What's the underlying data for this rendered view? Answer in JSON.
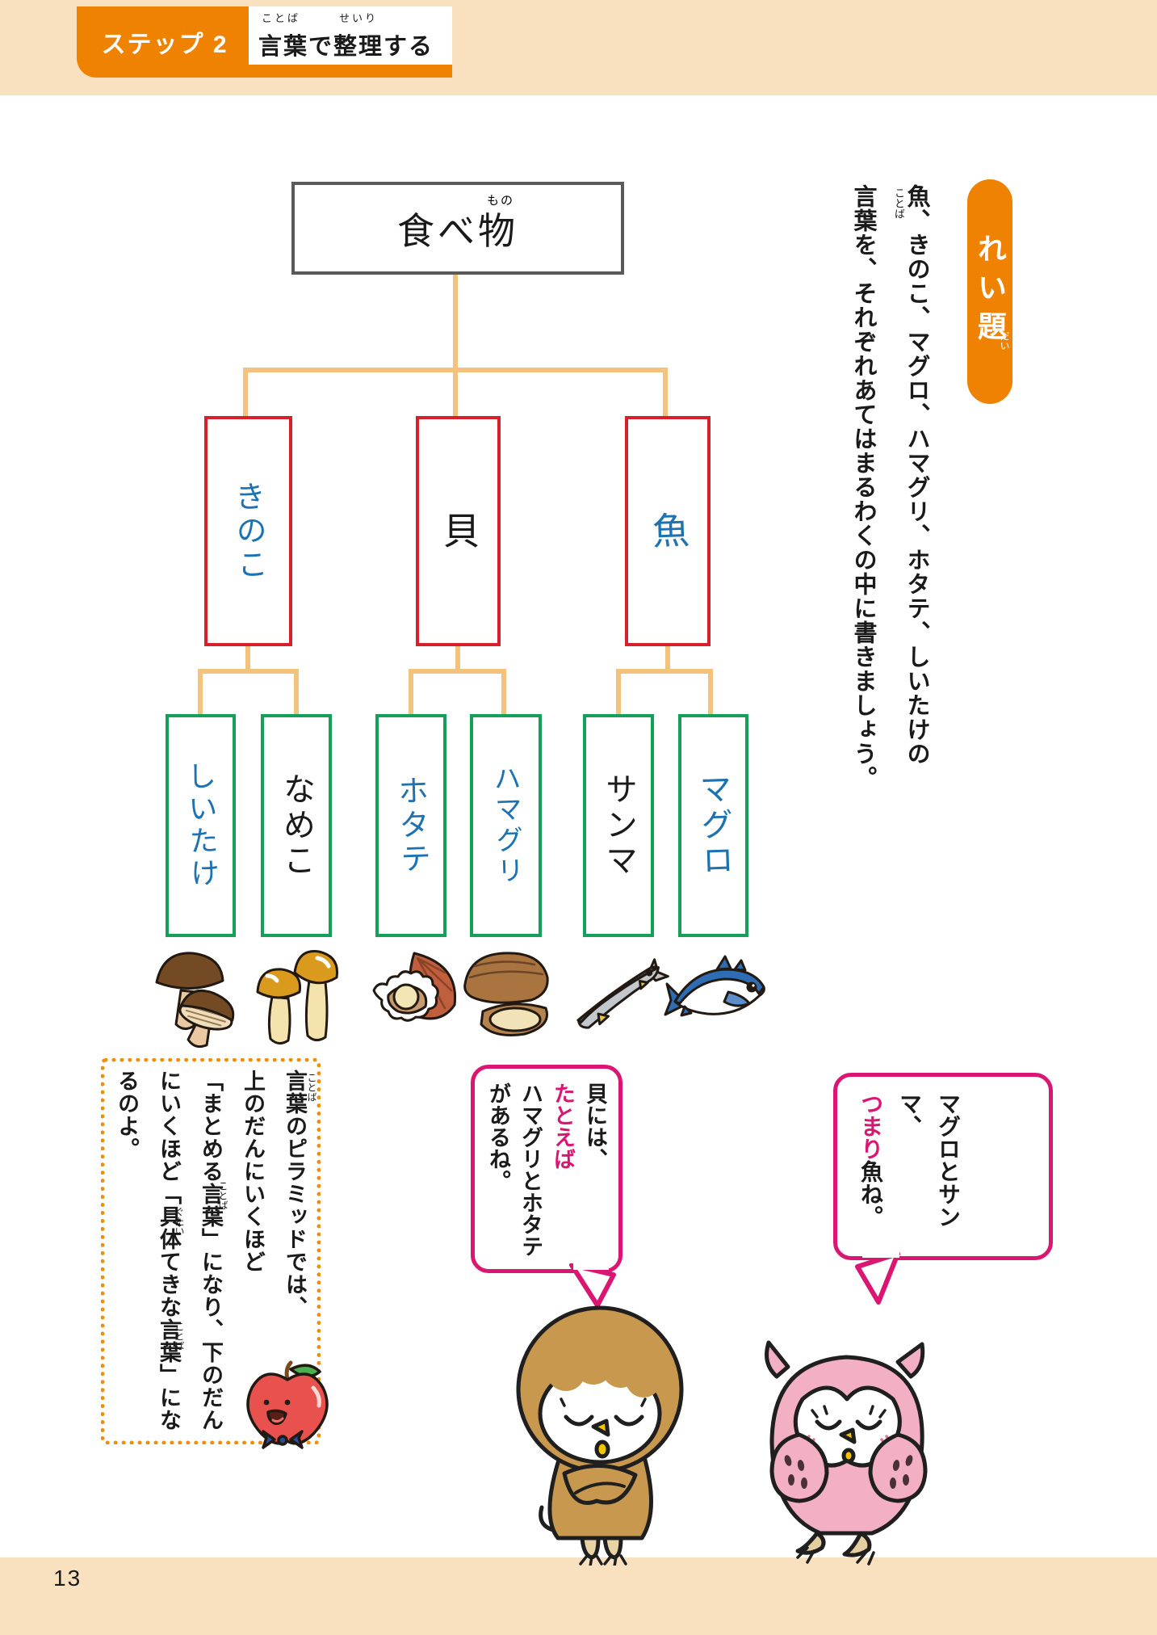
{
  "colors": {
    "accent_orange": "#EF8200",
    "page_band_peach": "#F9E0BE",
    "connector_tan": "#F3C37E",
    "category_box_red": "#D7202C",
    "item_box_green": "#15A05A",
    "root_box_gray": "#5A5A5A",
    "handwriting_blue": "#1D72B2",
    "speech_bubble_pink": "#DB1672",
    "note_border_orange": "#EF8E0C"
  },
  "header": {
    "step_label": "ステップ 2",
    "title": "言葉で整理する",
    "title_furigana": [
      "ことば",
      "せいり"
    ]
  },
  "example_badge": {
    "label": "れい題",
    "furigana": "だい"
  },
  "problem_statement": {
    "column1": "魚、きのこ、マグロ、ハマグリ、ホタテ、しいたけの",
    "column2": "言葉を、それぞれあてはまるわくの中に書きましょう。",
    "column2_furigana": "ことば"
  },
  "diagram": {
    "root": {
      "label": "食べ物",
      "furigana": "もの"
    },
    "branches": [
      {
        "label": "きのこ",
        "handwritten": true,
        "children": [
          {
            "label": "しいたけ",
            "handwritten": true
          },
          {
            "label": "なめこ",
            "handwritten": false
          }
        ]
      },
      {
        "label": "貝",
        "handwritten": false,
        "children": [
          {
            "label": "ホタテ",
            "handwritten": true
          },
          {
            "label": "ハマグリ",
            "handwritten": true
          }
        ]
      },
      {
        "label": "魚",
        "handwritten": true,
        "children": [
          {
            "label": "サンマ",
            "handwritten": false
          },
          {
            "label": "マグロ",
            "handwritten": true
          }
        ]
      }
    ],
    "illustrations": [
      "shiitake-mushrooms",
      "nameko-mushrooms",
      "scallop",
      "clam",
      "saury-fish",
      "tuna-fish"
    ]
  },
  "note_box": {
    "columns": [
      "言葉のピラミッドでは、",
      "上のだんにいくほど",
      "「まとめる言葉」になり、下のだん",
      "にいくほど「具体てきな言葉」にな",
      "るのよ。"
    ],
    "furigana": [
      {
        "text": "ことば"
      },
      {
        "text": "ことば"
      },
      {
        "text": "ぐたい"
      },
      {
        "text": "ことば"
      }
    ]
  },
  "speech_bubbles": {
    "shell": {
      "col1": "貝には、",
      "col2_highlight": "たとえば",
      "col3": "ハマグリとホタテ",
      "col4": "があるね。"
    },
    "fish": {
      "col1": "マグロとサンマ、",
      "col2_highlight": "つまり",
      "col2_rest": "魚ね。"
    }
  },
  "page": {
    "number": "13"
  }
}
